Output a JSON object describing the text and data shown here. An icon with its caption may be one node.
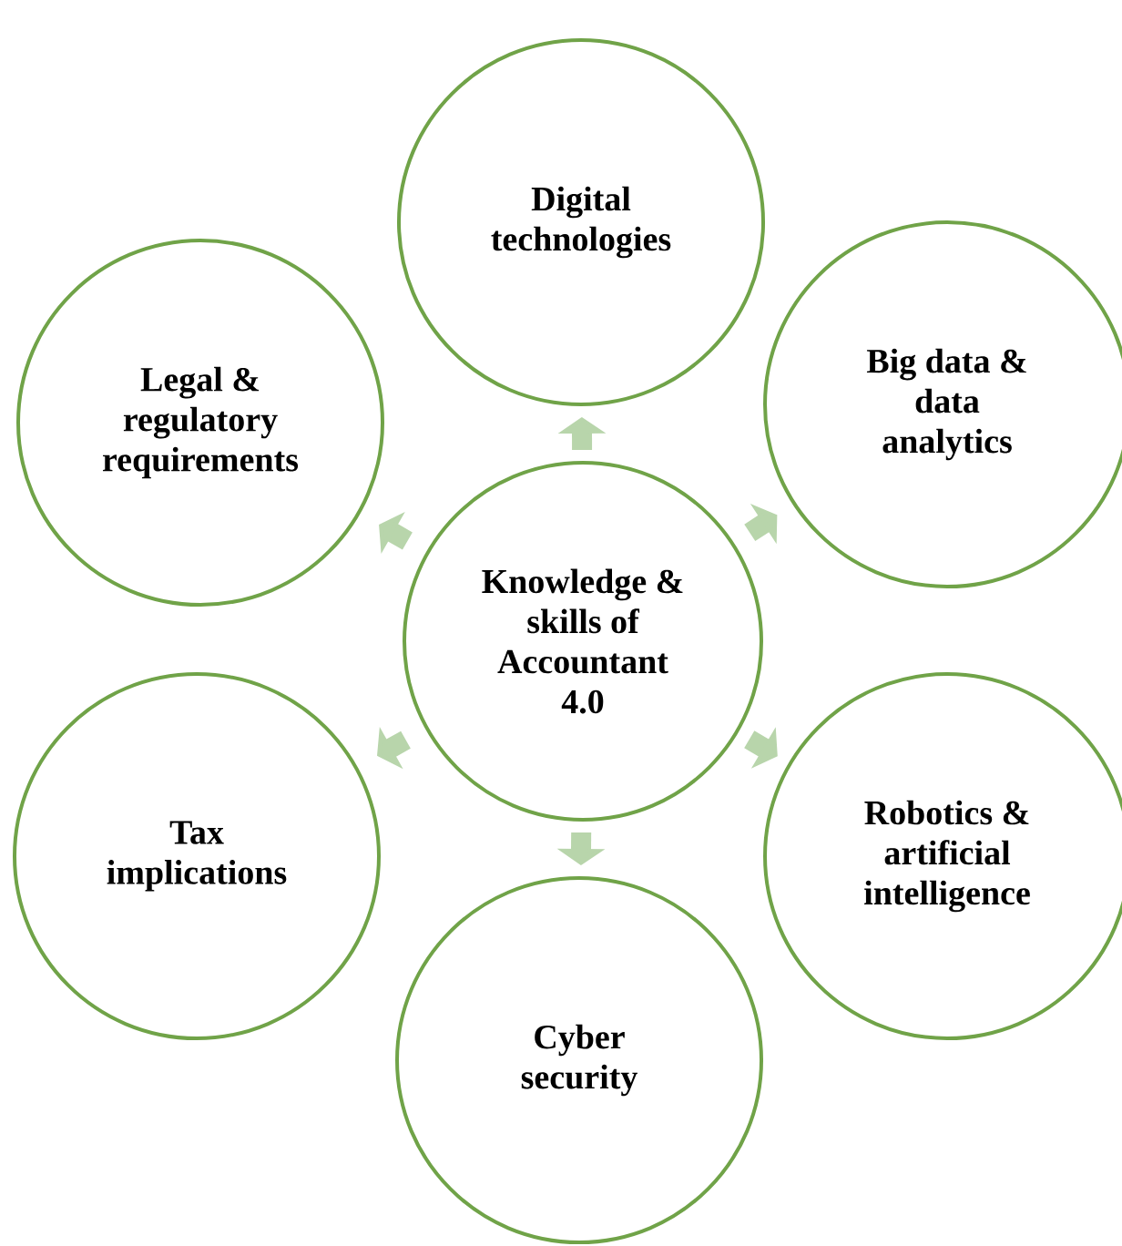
{
  "diagram": {
    "nodes": [
      {
        "text": [
          "Knowledge & skills of Accountant 4.0"
        ]
      },
      {
        "text": [
          "Digital technologies"
        ]
      },
      {
        "text": [
          "Big data & data analytics"
        ]
      },
      {
        "text": [
          "Robotics & artificial intelligence"
        ]
      },
      {
        "text": [
          "Cyber security"
        ]
      },
      {
        "text": [
          "Tax implications"
        ]
      },
      {
        "text": [
          "Legal & regulatory requirements"
        ]
      }
    ],
    "edges": [
      {
        "from": 0,
        "to": 1,
        "arrow": "to"
      },
      {
        "from": 0,
        "to": 2,
        "arrow": "to"
      },
      {
        "from": 0,
        "to": 3,
        "arrow": "to"
      },
      {
        "from": 0,
        "to": 4,
        "arrow": "to"
      },
      {
        "from": 0,
        "to": 5,
        "arrow": "to"
      },
      {
        "from": 0,
        "to": 6,
        "arrow": "to"
      }
    ]
  }
}
